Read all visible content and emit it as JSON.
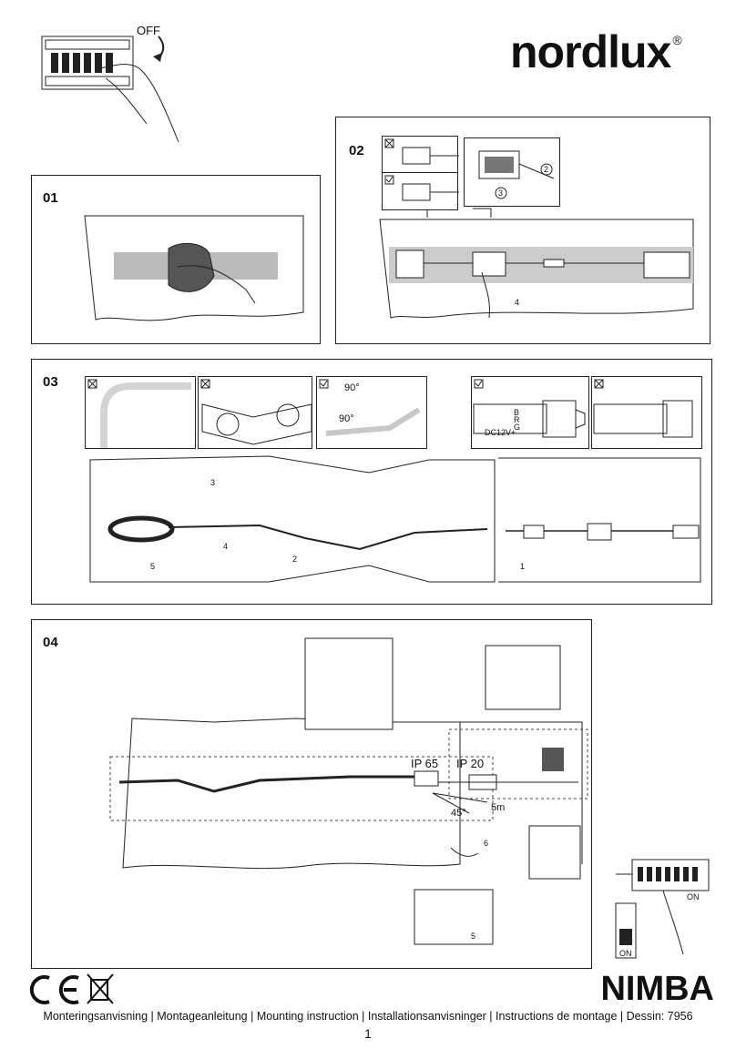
{
  "brand": {
    "name": "nordlux",
    "mark": "®"
  },
  "product": "NIMBA",
  "footer": "Monteringsanvisning | Montageanleitung | Mounting instruction | Installationsanvisninger | Instructions de montage | Dessin: 7956",
  "page_number": "1",
  "breaker": {
    "off_label": "OFF",
    "on_label": "ON",
    "switch_on_label": "ON"
  },
  "steps": {
    "s01": {
      "label": "01"
    },
    "s02": {
      "label": "02",
      "markers": [
        "2",
        "3",
        "4"
      ]
    },
    "s03": {
      "label": "03",
      "angle_label": "90°",
      "connector_labels": [
        "B",
        "R",
        "G",
        "DC12V+"
      ],
      "markers": [
        "1",
        "2",
        "3",
        "4",
        "5"
      ]
    },
    "s04": {
      "label": "04",
      "ip65": "IP 65",
      "ip20": "IP 20",
      "angle": "45°",
      "distance": "5m",
      "markers": [
        "5",
        "6"
      ]
    }
  },
  "marks": [
    "CE",
    "WEEE"
  ]
}
